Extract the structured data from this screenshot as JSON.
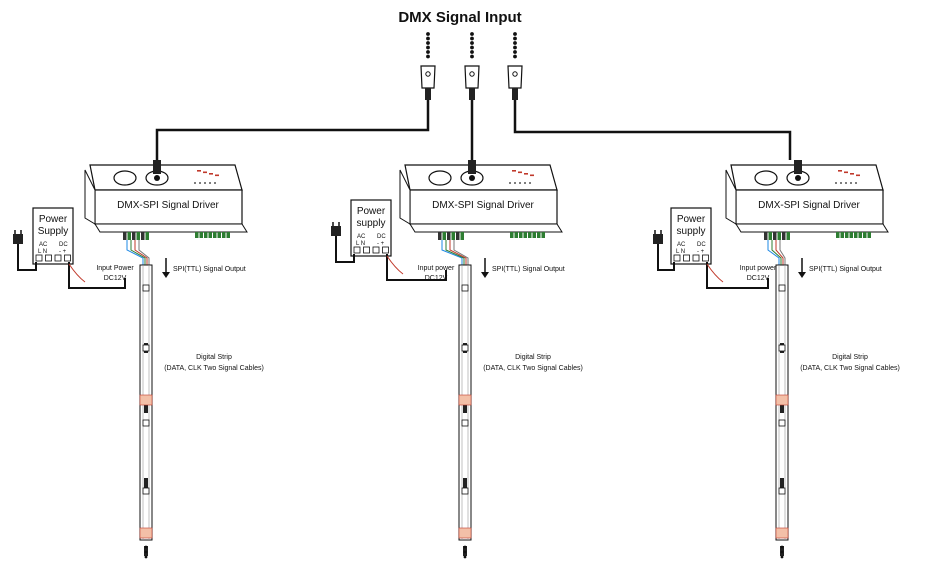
{
  "title": "DMX Signal Input",
  "units": [
    {
      "driver_label": "DMX-SPI Signal Driver",
      "power_supply_label": [
        "Power",
        "Supply"
      ],
      "ac_label": "AC",
      "ln_label": "L N",
      "dc_label": "DC",
      "dc_polarity": "- +",
      "input_power_label": [
        "Input Power",
        "DC12V"
      ],
      "spi_output_label": "SPI(TTL) Signal Output",
      "strip_label": [
        "Digital Strip",
        "(DATA, CLK Two Signal Cables)"
      ]
    },
    {
      "driver_label": "DMX-SPI Signal Driver",
      "power_supply_label": [
        "Power",
        "supply"
      ],
      "ac_label": "AC",
      "ln_label": "L N",
      "dc_label": "DC",
      "dc_polarity": "- +",
      "input_power_label": [
        "Input power",
        "DC12V"
      ],
      "spi_output_label": "SPI(TTL) Signal Output",
      "strip_label": [
        "Digital Strip",
        "(DATA, CLK Two Signal Cables)"
      ]
    },
    {
      "driver_label": "DMX-SPI Signal Driver",
      "power_supply_label": [
        "Power",
        "supply"
      ],
      "ac_label": "AC",
      "ln_label": "L N",
      "dc_label": "DC",
      "dc_polarity": "- +",
      "input_power_label": [
        "Input power",
        "DC12V"
      ],
      "spi_output_label": "SPI(TTL) Signal Output",
      "strip_label": [
        "Digital Strip",
        "(DATA, CLK Two Signal Cables)"
      ]
    }
  ]
}
